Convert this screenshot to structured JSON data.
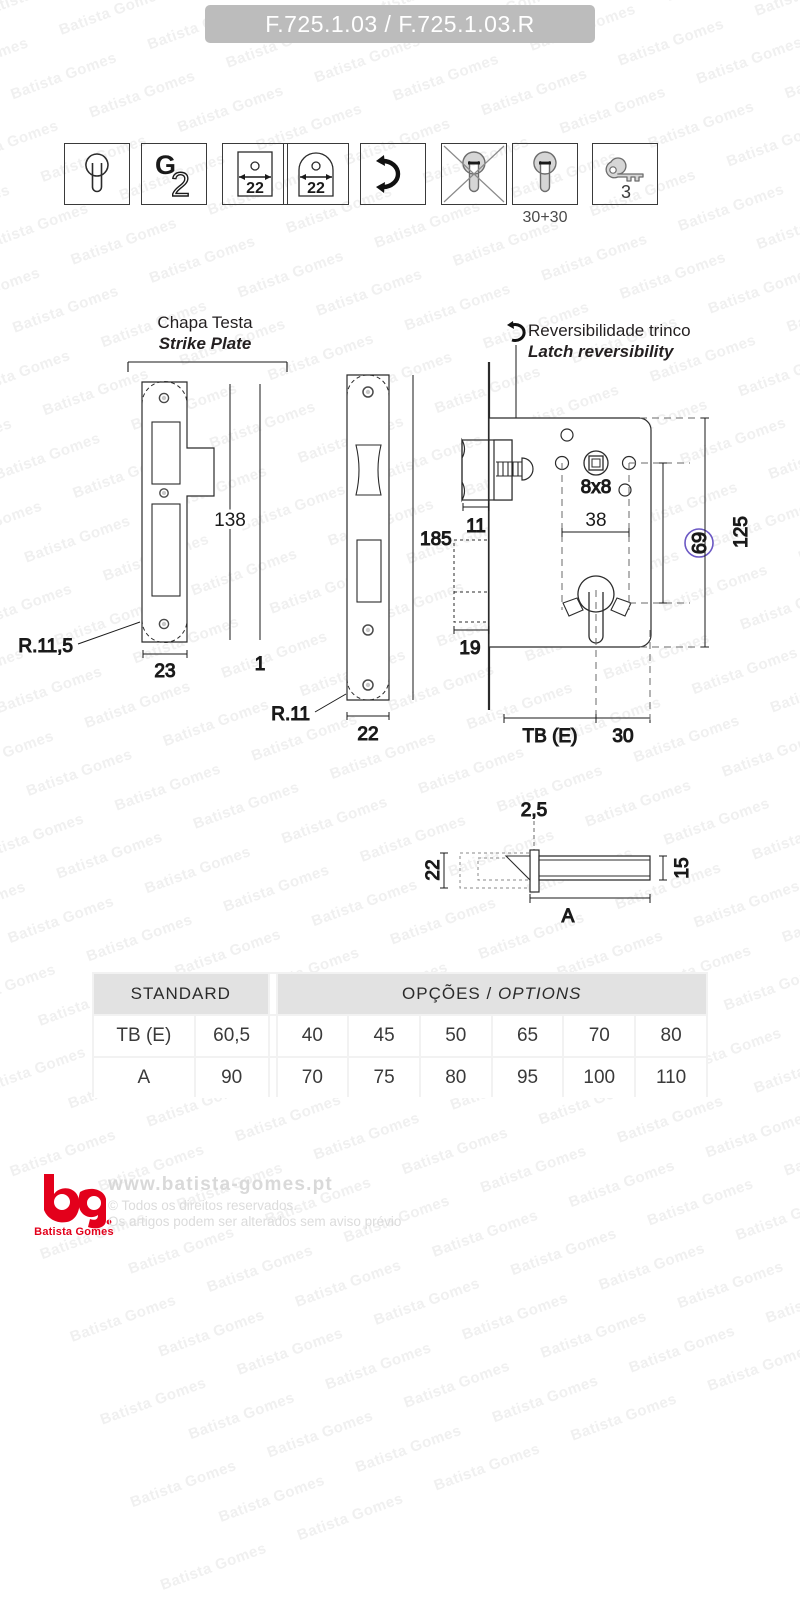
{
  "header": {
    "title": "F.725.1.03 / F.725.1.03.R"
  },
  "pictograms": [
    {
      "name": "euro-profile-cylinder-icon",
      "label": ""
    },
    {
      "name": "grade-2-icon",
      "label": "",
      "letter": "G",
      "number": "2"
    },
    {
      "name": "square-forend-22-icon",
      "label": "",
      "value": "22"
    },
    {
      "name": "round-forend-22-icon",
      "label": "",
      "value": "22"
    },
    {
      "name": "latch-reversible-icon",
      "label": ""
    },
    {
      "name": "knob-cylinder-not-allowed-icon",
      "label": ""
    },
    {
      "name": "cylinder-3030-icon",
      "label": "30+30"
    },
    {
      "name": "keys-supplied-icon",
      "label": "",
      "value": "3"
    }
  ],
  "sections": {
    "strike_plate": {
      "pt": "Chapa Testa",
      "en": "Strike Plate"
    },
    "latch_reversibility": {
      "pt": "Reversibilidade trinco",
      "en": "Latch reversibility"
    }
  },
  "dimensions": {
    "strike_plate_height": "138",
    "strike_plate_width": "23",
    "strike_plate_thickness": "1",
    "strike_plate_radius": "R.11,5",
    "faceplate_height": "185",
    "faceplate_width": "22",
    "faceplate_radius": "R.11",
    "latch_projection": "11",
    "latch_depth": "19",
    "spindle": "8x8",
    "backset_to_cylinder": "38",
    "cylinder_to_spindle": "69",
    "case_height": "125",
    "backset_label": "TB (E)",
    "cylinder_offset": "30",
    "bolt_front_thickness": "2,5",
    "bolt_plate_height": "22",
    "bolt_height": "15",
    "bolt_length_label": "A"
  },
  "table": {
    "headers": {
      "standard": "STANDARD",
      "options_pt": "OPÇÕES",
      "options_sep": "/",
      "options_en": "OPTIONS"
    },
    "rows": [
      {
        "label": "TB (E)",
        "standard": "60,5",
        "options": [
          "40",
          "45",
          "50",
          "65",
          "70",
          "80"
        ]
      },
      {
        "label": "A",
        "standard": "90",
        "options": [
          "70",
          "75",
          "80",
          "95",
          "100",
          "110"
        ]
      }
    ]
  },
  "footer": {
    "logo_text": "bg",
    "brand": "Batista Gomes",
    "website": "www.batista-gomes.pt",
    "rights_line1": "© Todos os direitos reservados.",
    "rights_line2": "Os artigos podem ser alterados sem aviso prévio"
  },
  "watermark": {
    "text": "Batista Gomes"
  },
  "colors": {
    "header_bar": "#bcbcbc",
    "header_text": "#ffffff",
    "line": "#1a1a1a",
    "accent_circle": "#6b58c4",
    "brand_red": "#e3001b",
    "table_header_bg": "#e2e2e2",
    "watermark": "#f0f0f0"
  }
}
